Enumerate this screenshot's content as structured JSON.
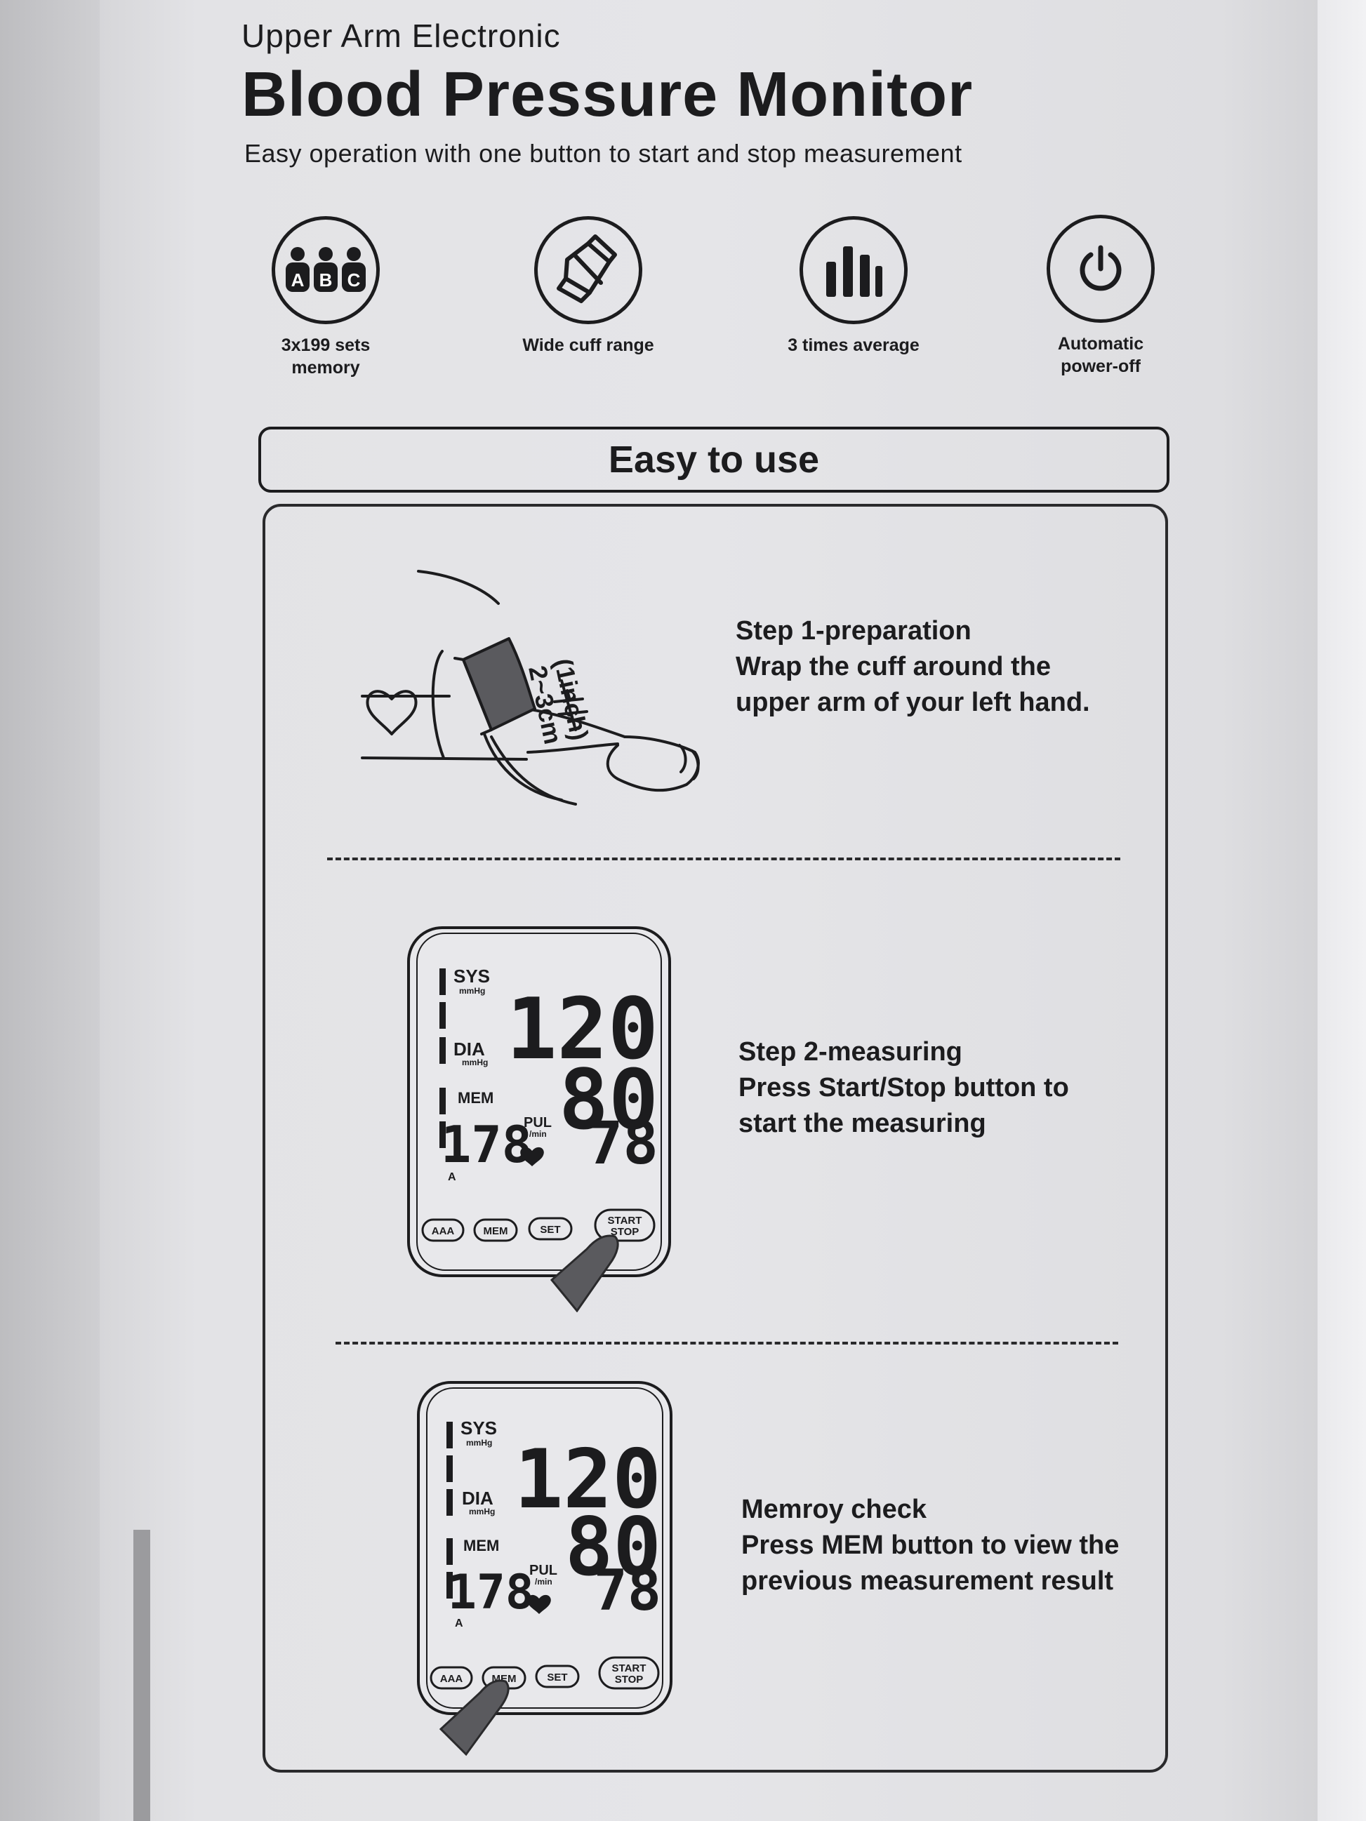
{
  "header": {
    "subtitle": "Upper Arm Electronic",
    "title": "Blood Pressure Monitor",
    "tagline": "Easy operation with one button to start and stop measurement"
  },
  "features": [
    {
      "icon": "users-abc-icon",
      "line1": "3x199 sets",
      "line2": "memory"
    },
    {
      "icon": "cuff-icon",
      "line1": "Wide cuff range",
      "line2": ""
    },
    {
      "icon": "bar-chart-icon",
      "line1": "3 times average",
      "line2": ""
    },
    {
      "icon": "power-icon",
      "line1": "Automatic",
      "line2": "power-off"
    }
  ],
  "section_title": "Easy to use",
  "step1": {
    "heading": "Step 1-preparation",
    "line1": "Wrap the cuff around the",
    "line2": "upper arm of your left hand.",
    "measure_cm": "2~3cm",
    "measure_in": "(1inch)"
  },
  "step2": {
    "heading": "Step 2-measuring",
    "line1": "Press Start/Stop button to",
    "line2": "start the measuring"
  },
  "step3": {
    "heading": "Memroy check",
    "line1": "Press MEM button to view the",
    "line2": "previous measurement result"
  },
  "display": {
    "sys_label": "SYS",
    "dia_label": "DIA",
    "unit": "mmHg",
    "mem_label": "MEM",
    "pul_label": "PUL",
    "pul_unit": "/min",
    "sys_value": "120",
    "dia_value": "80",
    "pulse_value": "78",
    "mem_value": "178",
    "user_marker": "A",
    "buttons": {
      "users": "AAA",
      "mem": "MEM",
      "set": "SET",
      "start": "START",
      "stop": "STOP"
    }
  },
  "colors": {
    "ink": "#1c1c1e",
    "finger": "#5a5a5e",
    "box": "#e5e5e8"
  }
}
